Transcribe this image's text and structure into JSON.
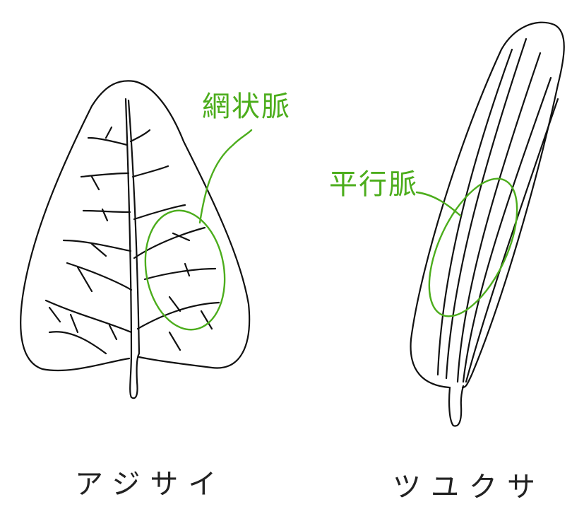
{
  "left_leaf": {
    "name": "アジサイ",
    "vein_label": "網状脈"
  },
  "right_leaf": {
    "name": "ツユクサ",
    "vein_label": "平行脈"
  },
  "colors": {
    "ink": "#111111",
    "annotation": "#4cad1c"
  }
}
